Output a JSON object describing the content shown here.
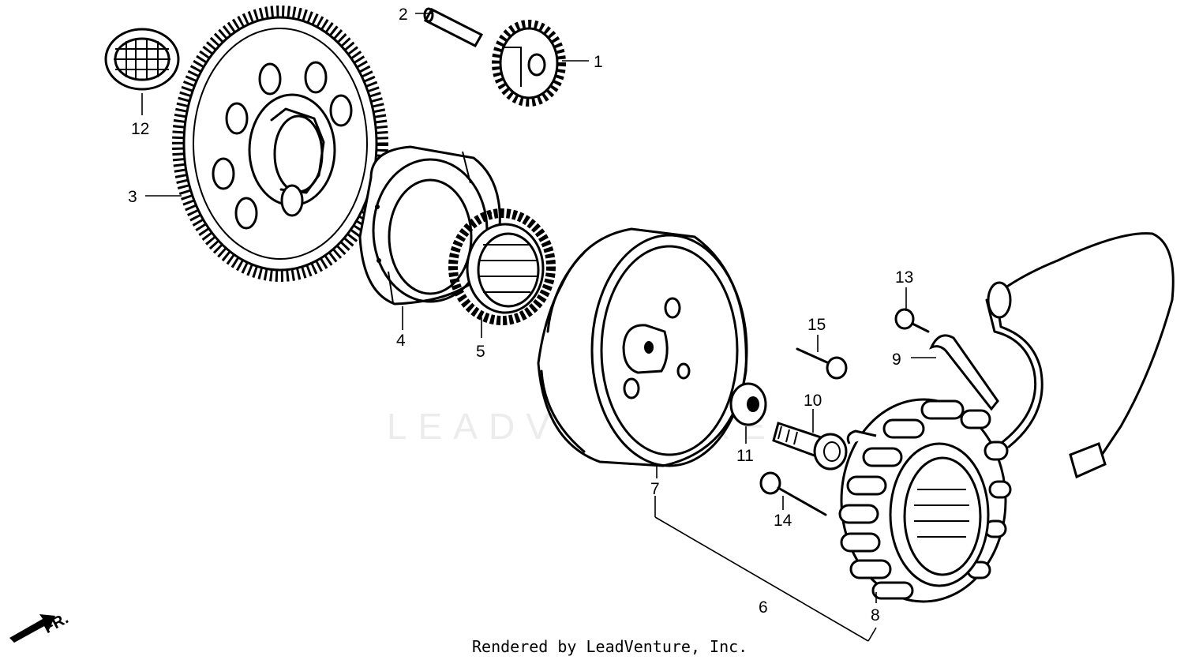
{
  "watermark": "LEADVENTURE",
  "credit": "Rendered by LeadVenture, Inc.",
  "direction_label": "FR.",
  "callouts": [
    "1",
    "2",
    "3",
    "4",
    "5",
    "6",
    "7",
    "8",
    "9",
    "10",
    "11",
    "12",
    "13",
    "14",
    "15"
  ]
}
